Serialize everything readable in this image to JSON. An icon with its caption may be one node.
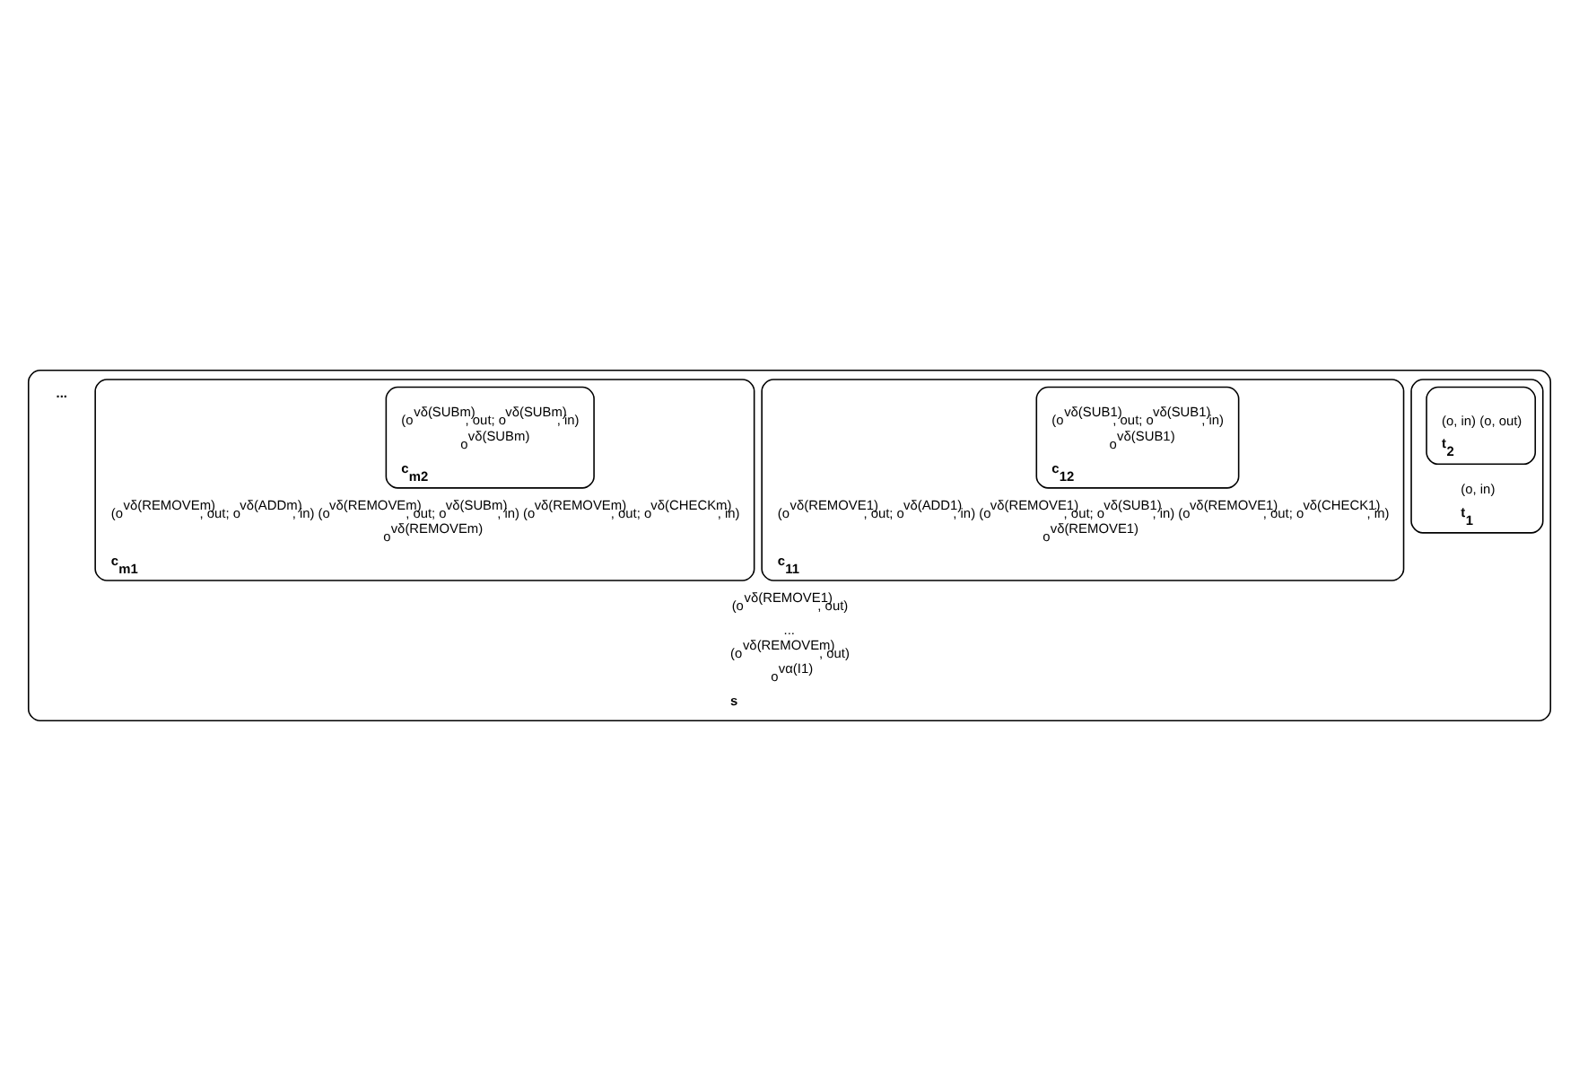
{
  "diagram": {
    "nodes": [
      {
        "text": [
          "(o$^{vδ(REMOVE1)}$, out)",
          "...",
          "(o$^{vδ(REMOVEm)}$, out)",
          "o$^{vα(I1)}$",
          "s"
        ]
      },
      {
        "text": [
          "(o, in)",
          "t$_{1}$"
        ],
        "in": 0
      },
      {
        "text": [
          "(o, in) (o, out)",
          "t$_{2}$"
        ],
        "in": 1
      },
      {
        "text": [
          "(o$^{vδ(REMOVE1)}$, out; o$^{vδ(ADD1)}$, in) (o$^{vδ(REMOVE1)}$, out; o$^{vδ(SUB1)}$, in) (o$^{vδ(REMOVE1)}$, out; o$^{vδ(CHECK1)}$, in)",
          "o$^{vδ(REMOVE1)}$",
          "c$_{11}$"
        ],
        "in": 0
      },
      {
        "text": [
          "(o$^{vδ(SUB1)}$, out; o$^{vδ(SUB1)}$, in)",
          "o$^{vδ(SUB1)}$",
          "c$_{12}$"
        ],
        "in": 3
      },
      {
        "text": [
          "(o$^{vδ(REMOVEm)}$, out; o$^{vδ(ADDm)}$, in) (o$^{vδ(REMOVEm)}$, out; o$^{vδ(SUBm)}$, in) (o$^{vδ(REMOVEm)}$, out; o$^{vδ(CHECKm)}$, in)",
          "o$^{vδ(REMOVEm)}$",
          "c$_{m1}$"
        ],
        "in": 0
      },
      {
        "text": [
          "(o$^{vδ(SUBm)}$, out; o$^{vδ(SUBm)}$, in)",
          "o$^{vδ(SUBm)}$",
          "c$_{m2}$"
        ],
        "in": 5
      }
    ],
    "labels": [
      "..."
    ]
  }
}
